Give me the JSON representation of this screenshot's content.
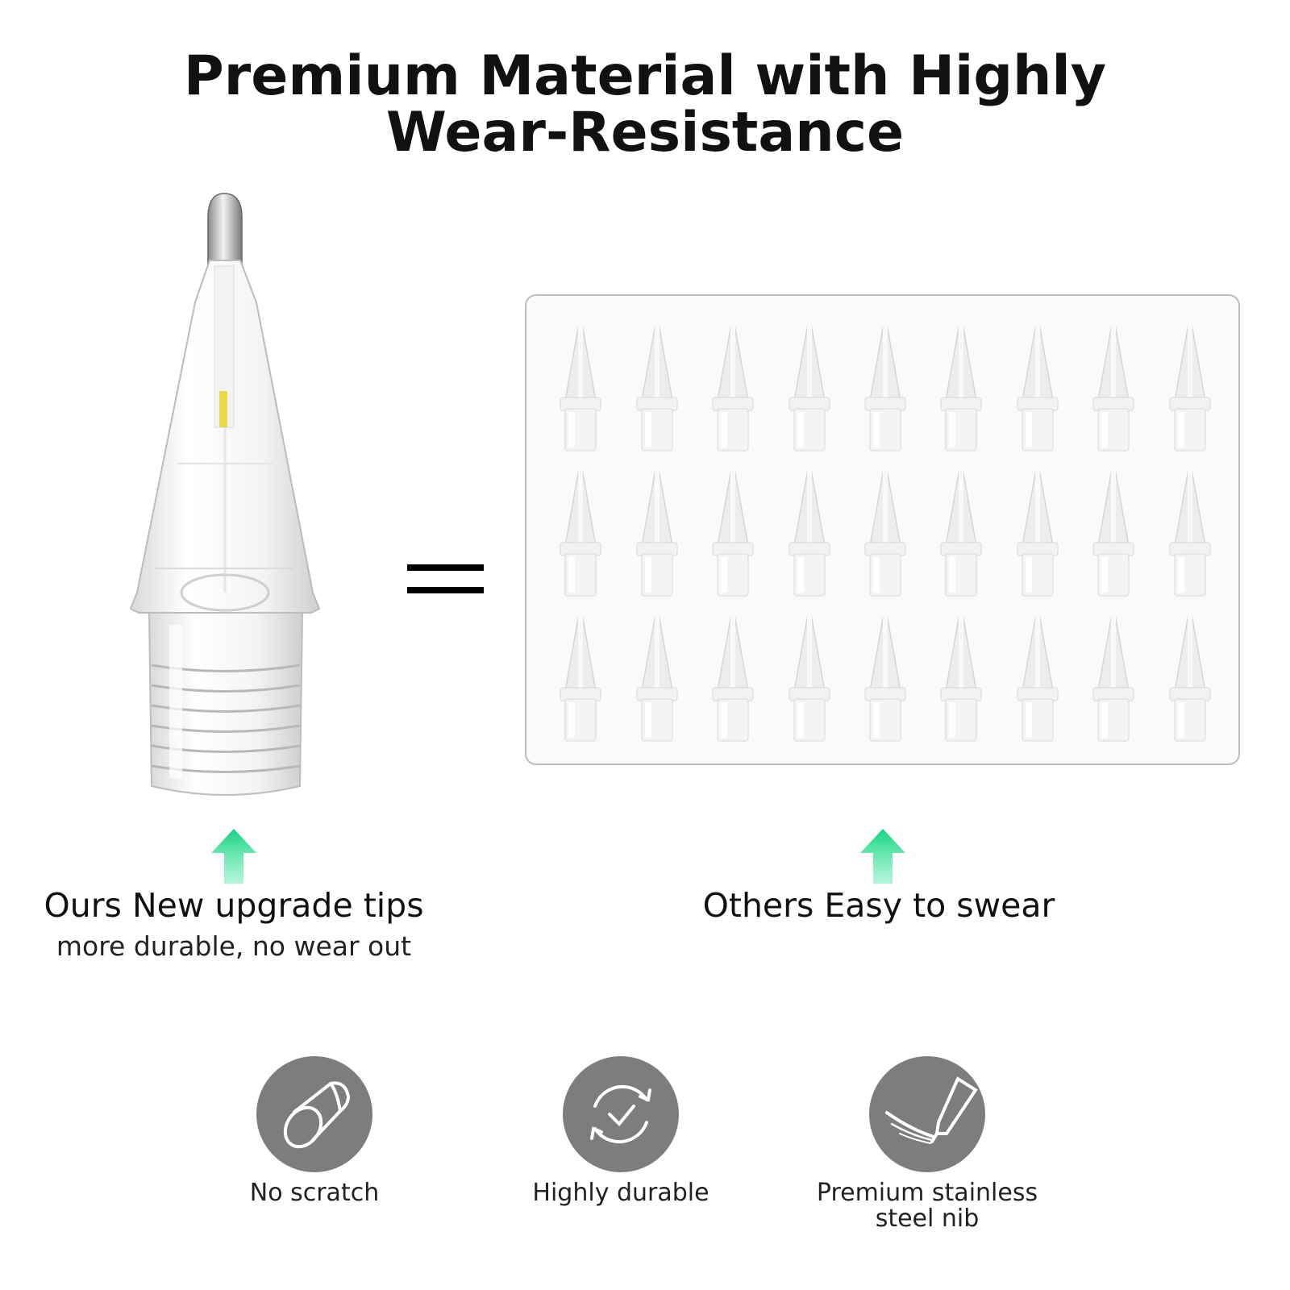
{
  "title": {
    "line1": "Premium Material with Highly",
    "line2": "Wear-Resistance"
  },
  "ours": {
    "caption": "Ours New upgrade tips",
    "subcaption": "more durable, no wear out"
  },
  "others": {
    "caption": "Others Easy to swear"
  },
  "features": [
    {
      "label": "No scratch",
      "icon": "cylinder-icon"
    },
    {
      "label": "Highly durable",
      "icon": "refresh-check-icon"
    },
    {
      "label_line1": "Premium stainless",
      "label_line2": "steel nib",
      "icon": "pen-nib-icon"
    }
  ],
  "colors": {
    "arrow": "#1fe08a",
    "icon_circle": "#7d7d7d",
    "grid_border": "#bdbdbd"
  }
}
